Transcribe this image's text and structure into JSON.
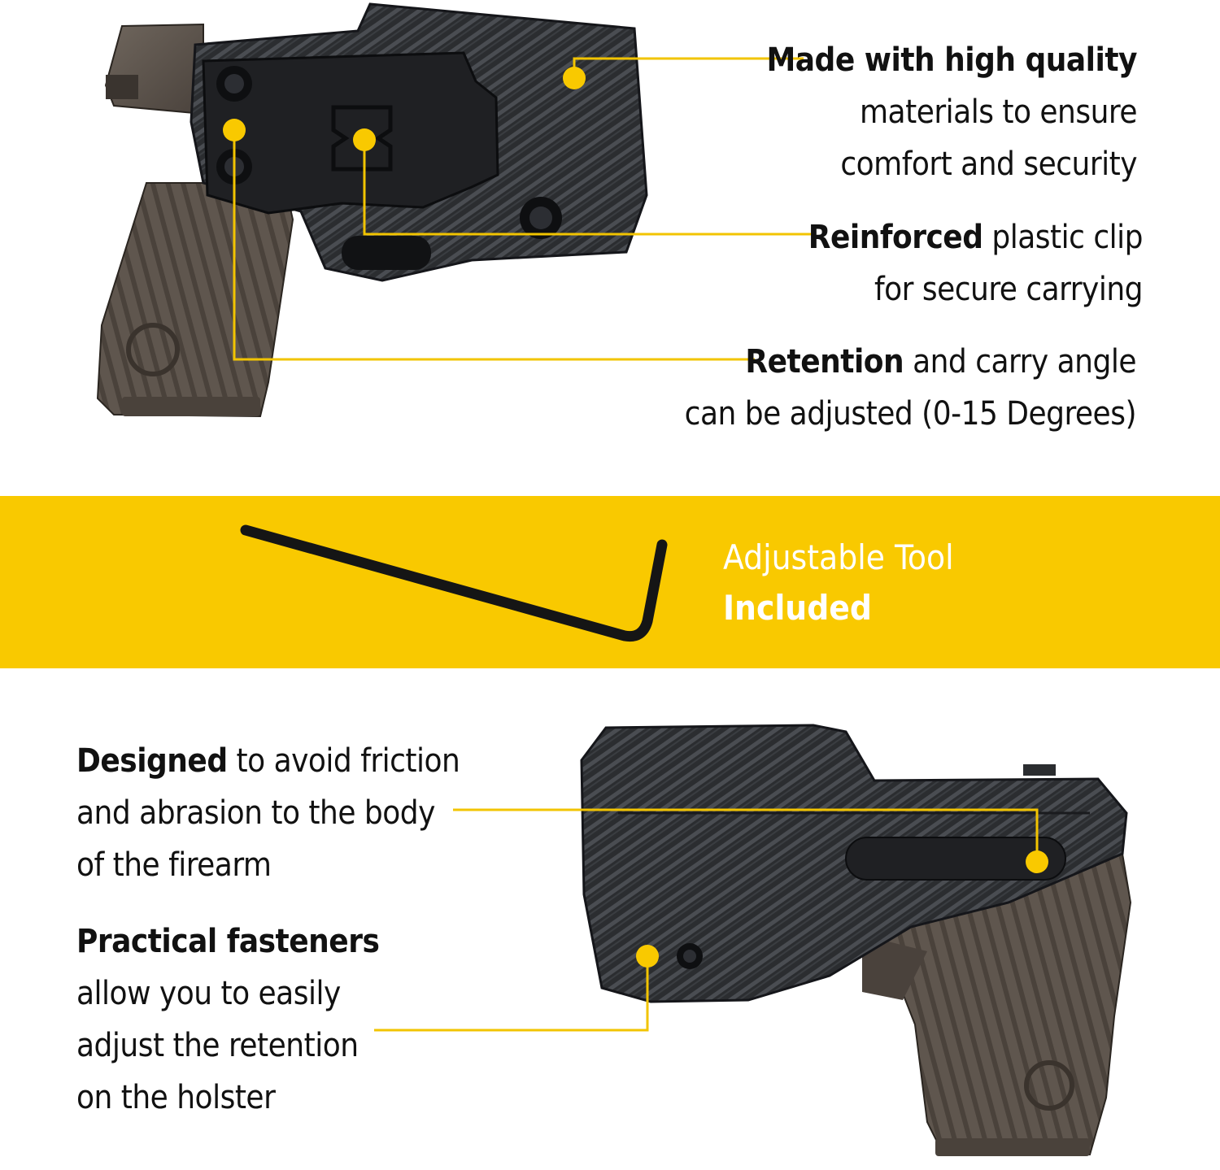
{
  "colors": {
    "accent_yellow": "#f9c900",
    "callout_line": "#f2c400",
    "holster_dark": "#2b2d30",
    "pistol_bronze": "#5f564e",
    "banner_text": "#ffffff"
  },
  "callouts": {
    "quality": {
      "bold": "Made with high quality",
      "line2": "materials to ensure",
      "line3": "comfort and security"
    },
    "clip": {
      "bold": "Reinforced",
      "rest": " plastic clip",
      "line2": "for secure carrying"
    },
    "retention": {
      "bold": "Retention",
      "rest": " and carry angle",
      "line2": "can be adjusted (0-15 Degrees)"
    },
    "designed": {
      "bold": "Designed",
      "rest": " to avoid friction",
      "line2": "and abrasion to the body",
      "line3": "of the firearm"
    },
    "fasteners": {
      "bold": "Practical fasteners",
      "line2": "allow you to easily",
      "line3": "adjust the retention",
      "line4": "on the holster"
    }
  },
  "banner": {
    "line1": "Adjustable Tool",
    "line2": "Included"
  },
  "images": {
    "top": {
      "icon": "holstered-pistol-clip-side"
    },
    "tool": {
      "icon": "hex-allen-key"
    },
    "bottom": {
      "icon": "holstered-pistol-front-side"
    }
  }
}
